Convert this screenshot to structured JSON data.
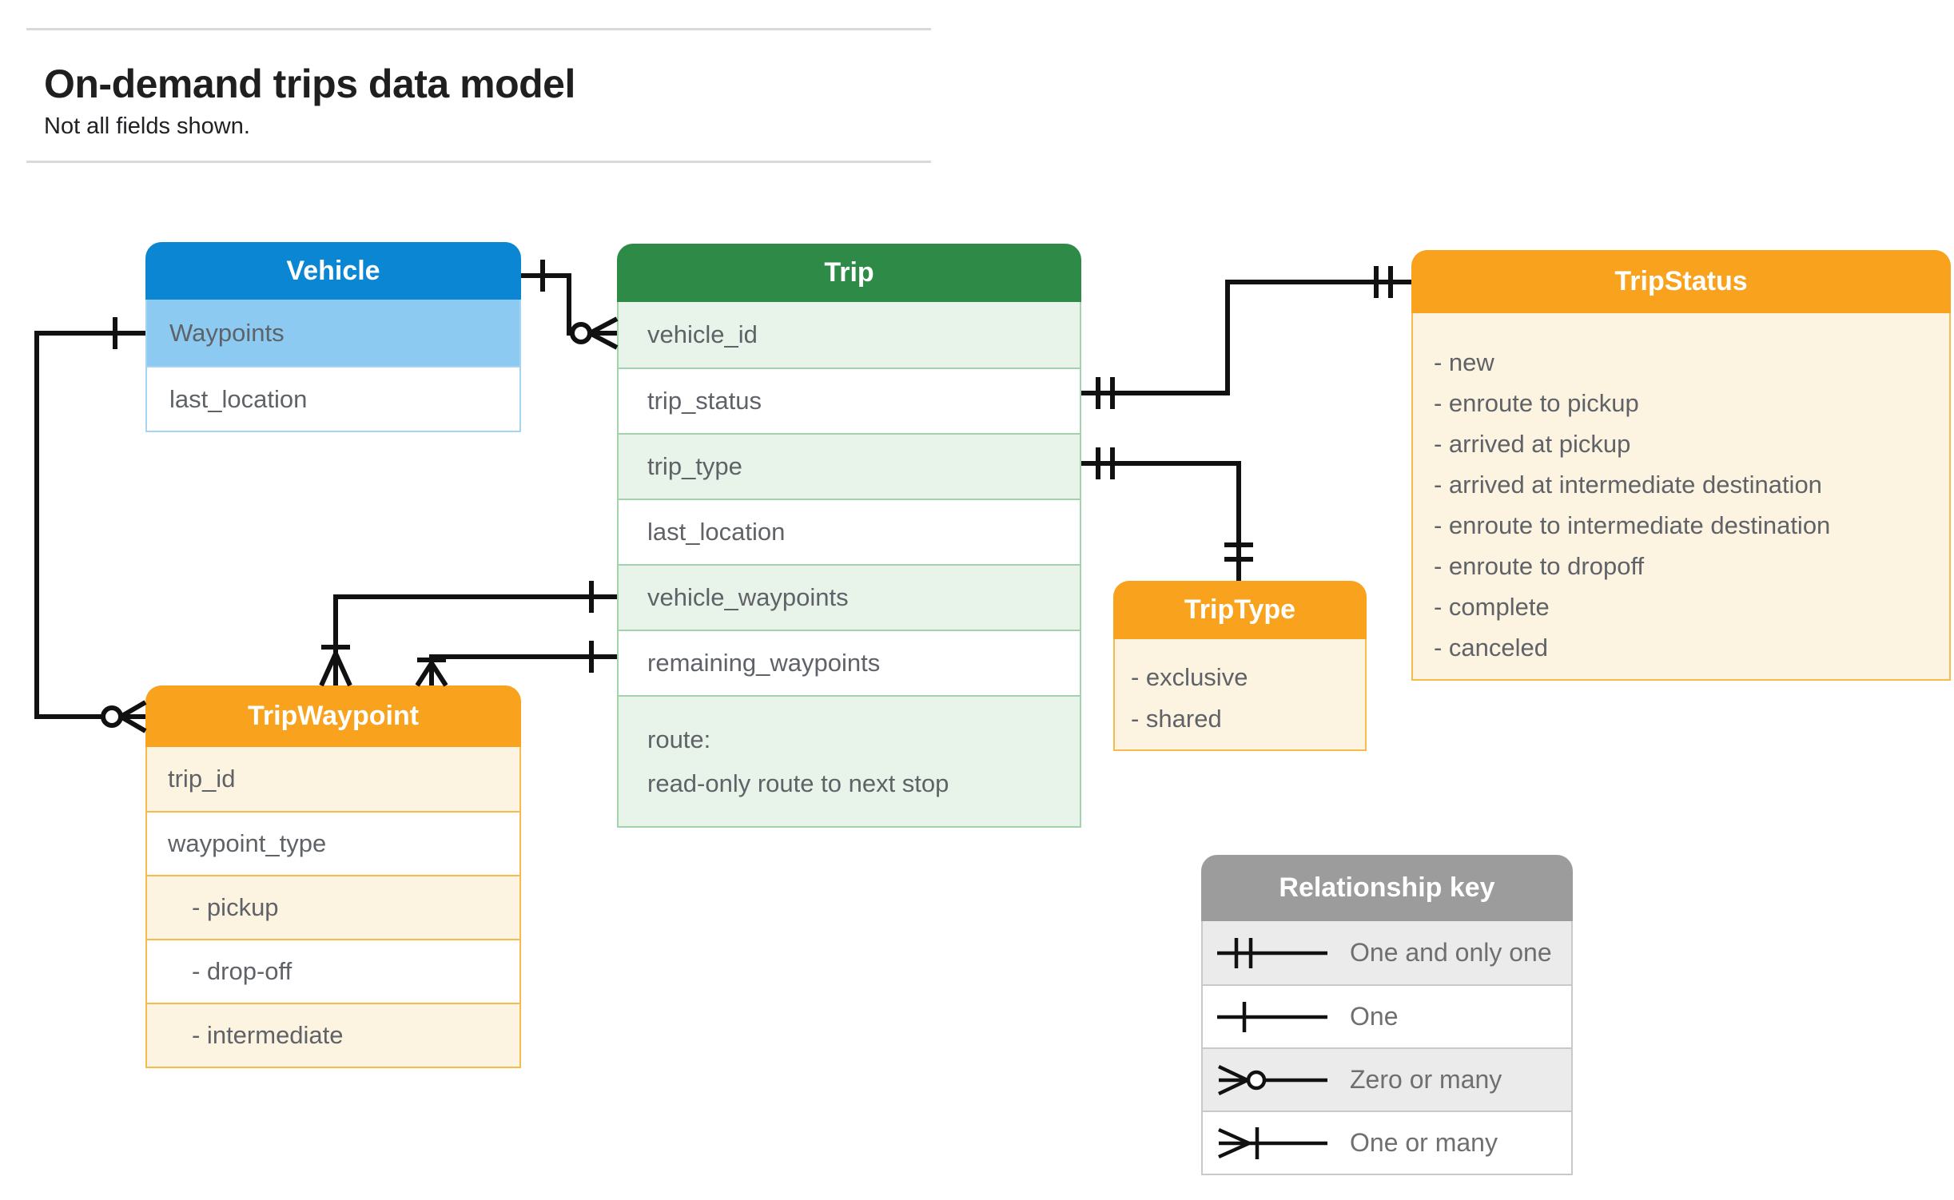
{
  "page": {
    "title": "On-demand trips data model",
    "subtitle": "Not all fields shown."
  },
  "tables": {
    "vehicle": {
      "title": "Vehicle",
      "rows": [
        {
          "label": "Waypoints"
        },
        {
          "label": "last_location"
        }
      ]
    },
    "trip": {
      "title": "Trip",
      "rows": [
        {
          "label": "vehicle_id"
        },
        {
          "label": "trip_status"
        },
        {
          "label": "trip_type"
        },
        {
          "label": "last_location"
        },
        {
          "label": "vehicle_waypoints"
        },
        {
          "label": "remaining_waypoints"
        },
        {
          "label": "route:",
          "sub": "read-only route to next stop"
        }
      ]
    },
    "trip_status": {
      "title": "TripStatus",
      "rows": [
        {
          "label": "- new"
        },
        {
          "label": "- enroute to pickup"
        },
        {
          "label": "- arrived at pickup"
        },
        {
          "label": "- arrived at intermediate destination"
        },
        {
          "label": "- enroute to intermediate destination"
        },
        {
          "label": "- enroute to dropoff"
        },
        {
          "label": "- complete"
        },
        {
          "label": "- canceled"
        }
      ]
    },
    "trip_type": {
      "title": "TripType",
      "rows": [
        {
          "label": "- exclusive"
        },
        {
          "label": "- shared"
        }
      ]
    },
    "trip_waypoint": {
      "title": "TripWaypoint",
      "rows": [
        {
          "label": "trip_id"
        },
        {
          "label": "waypoint_type"
        },
        {
          "label": "- pickup"
        },
        {
          "label": "- drop-off"
        },
        {
          "label": "- intermediate"
        }
      ]
    }
  },
  "legend": {
    "title": "Relationship key",
    "items": [
      {
        "label": "One and only one",
        "symbol": "one-and-only-one"
      },
      {
        "label": "One",
        "symbol": "one"
      },
      {
        "label": "Zero or many",
        "symbol": "zero-or-many"
      },
      {
        "label": "One or many",
        "symbol": "one-or-many"
      }
    ]
  },
  "relationships": [
    {
      "from": "Vehicle",
      "to": "Trip.vehicle_id",
      "from_cardinality": "One",
      "to_cardinality": "Zero or many"
    },
    {
      "from": "Vehicle.Waypoints",
      "to": "TripWaypoint",
      "from_cardinality": "One",
      "to_cardinality": "Zero or many"
    },
    {
      "from": "Trip.trip_status",
      "to": "TripStatus",
      "from_cardinality": "One and only one",
      "to_cardinality": "One and only one"
    },
    {
      "from": "Trip.trip_type",
      "to": "TripType",
      "from_cardinality": "One and only one",
      "to_cardinality": "One and only one"
    },
    {
      "from": "Trip.vehicle_waypoints",
      "to": "TripWaypoint",
      "from_cardinality": "One",
      "to_cardinality": "One or many"
    },
    {
      "from": "Trip.remaining_waypoints",
      "to": "TripWaypoint",
      "from_cardinality": "One",
      "to_cardinality": "One or many"
    }
  ],
  "colors": {
    "blue_header": "#0b86d3",
    "blue_row": "#8ccaf2",
    "blue_border": "#a6d4f2",
    "green_header": "#2e8b47",
    "green_row": "#e8f3ea",
    "green_border": "#a2d3ae",
    "orange_header": "#f9a21d",
    "orange_row": "#fdf3e1",
    "orange_border": "#f6bb4a",
    "gray_header": "#9c9c9c",
    "gray_row": "#ebebeb",
    "gray_border": "#c9c9c9",
    "header_text": "#ffffff",
    "field_text": "#5f6368",
    "legend_text": "#6f6f6f",
    "title_text": "#1f1f1f",
    "subtitle_text": "#202124",
    "connector": "#111111",
    "divider": "#d9d9d9"
  }
}
